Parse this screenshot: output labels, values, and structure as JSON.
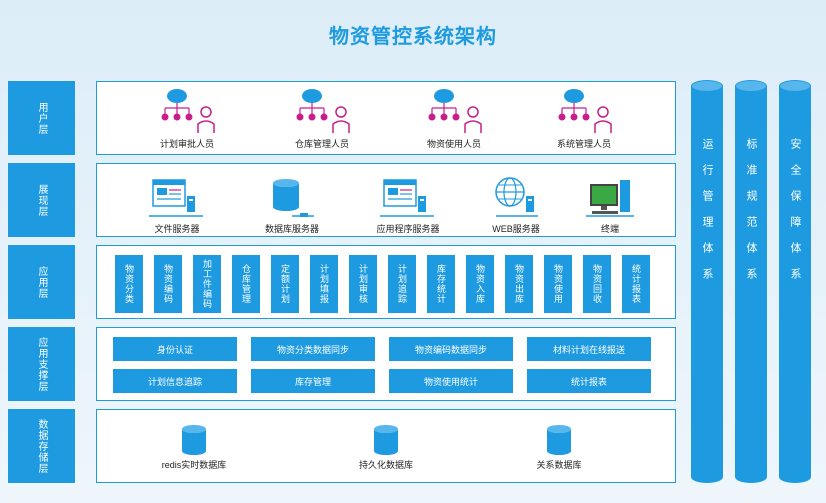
{
  "title": "物资管控系统架构",
  "layers": {
    "user": "用户层",
    "presentation": "展现层",
    "application": "应用层",
    "support": "应用支撑层",
    "storage": "数据存储层"
  },
  "users": [
    "计划审批人员",
    "仓库管理人员",
    "物资使用人员",
    "系统管理人员"
  ],
  "servers": [
    "文件服务器",
    "数据库服务器",
    "应用程序服务器",
    "WEB服务器",
    "终端"
  ],
  "app_modules": [
    "物资分类",
    "物资编码",
    "加工件编码",
    "仓库管理",
    "定额计划",
    "计划填报",
    "计划审核",
    "计划追踪",
    "库存统计",
    "物资入库",
    "物资出库",
    "物资使用",
    "物资回收",
    "统计报表"
  ],
  "support_row1": [
    "身份认证",
    "物资分类数据同步",
    "物资编码数据同步",
    "材料计划在线报送"
  ],
  "support_row2": [
    "计划信息追踪",
    "库存管理",
    "物资使用统计",
    "统计报表"
  ],
  "databases": [
    "redis实时数据库",
    "持久化数据库",
    "关系数据库"
  ],
  "pillars": [
    "运行管理体系",
    "标准规范体系",
    "安全保障体系"
  ],
  "colors": {
    "primary": "#1e9be0",
    "accent_person": "#c81e8c",
    "server_green": "#3aa843"
  }
}
